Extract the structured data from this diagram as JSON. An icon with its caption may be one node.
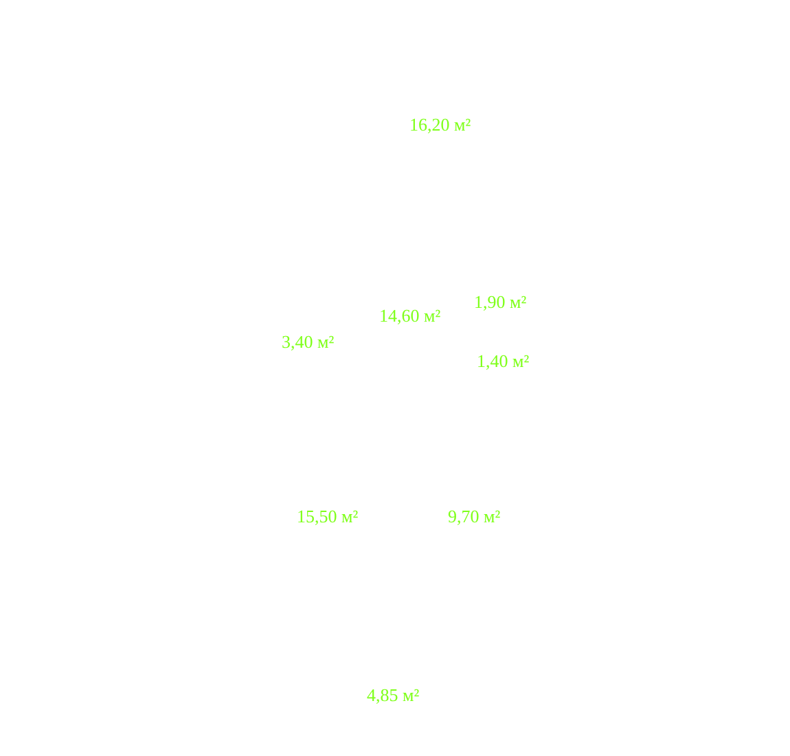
{
  "diagram": {
    "labels": [
      "16,20 м²",
      "14,60 м²",
      "1,90 м²",
      "3,40 м²",
      "1,40 м²",
      "15,50 м²",
      "9,70 м²",
      "4,85 м²"
    ]
  }
}
